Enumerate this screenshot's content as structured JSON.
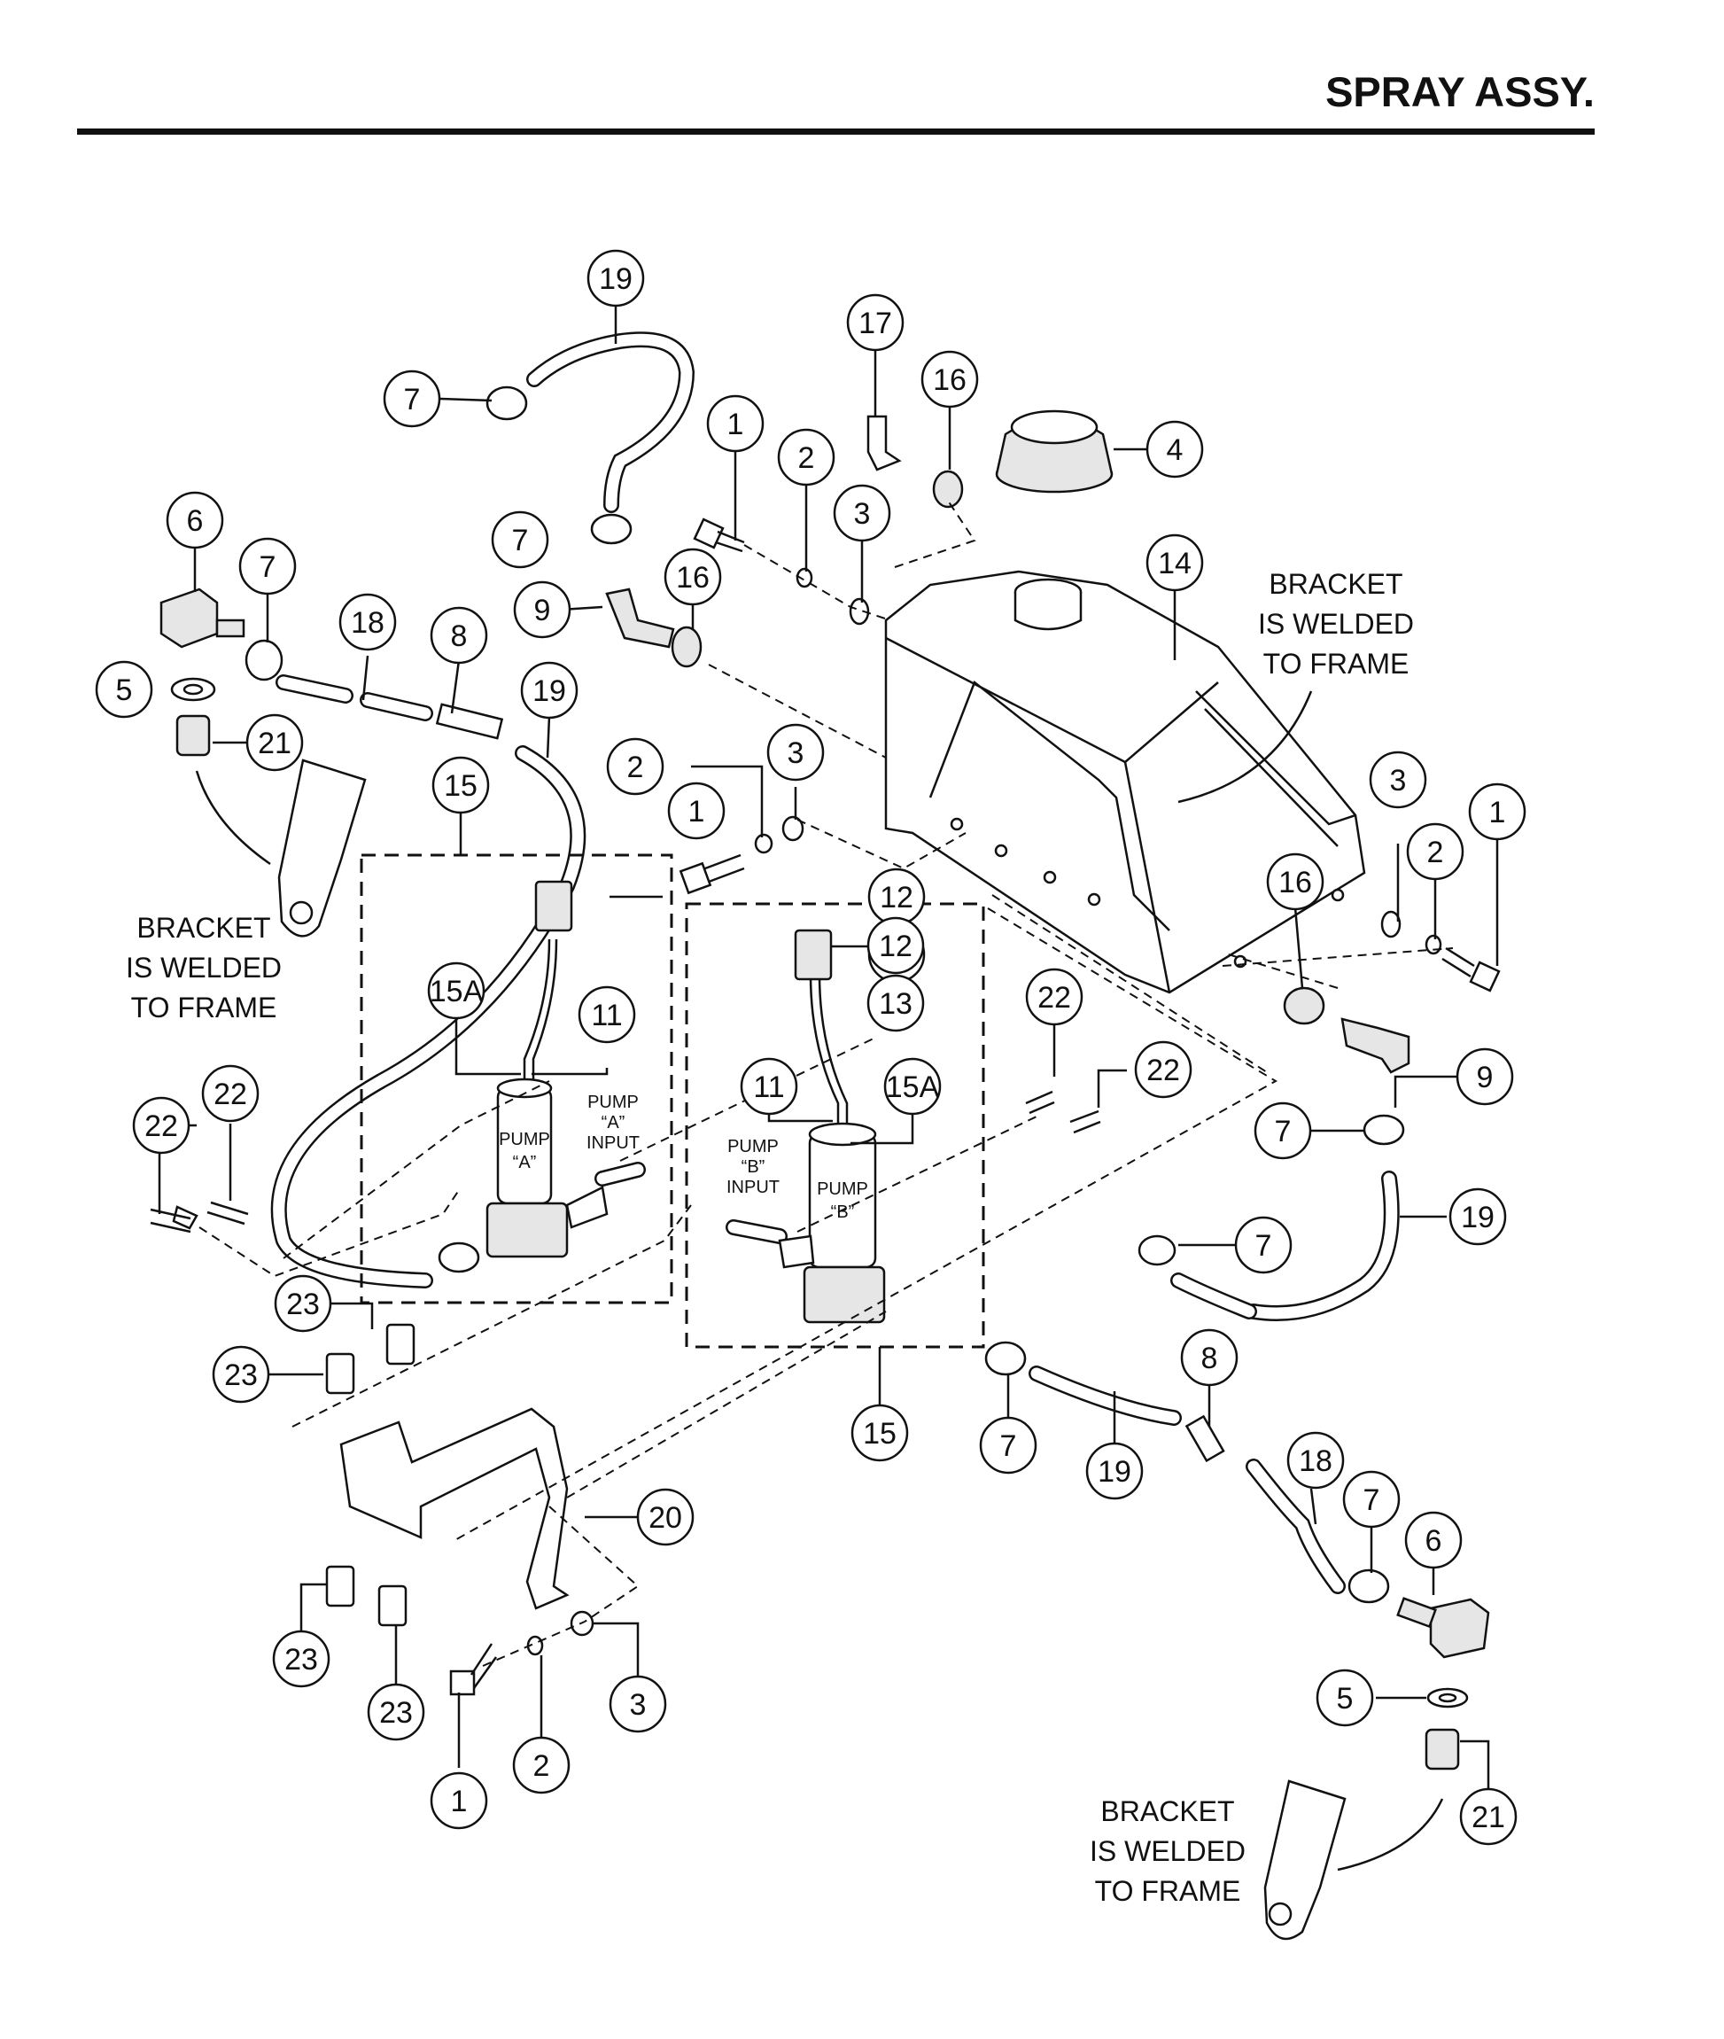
{
  "header": {
    "title": "SPRAY ASSY."
  },
  "notes": {
    "bracket_line1": "BRACKET",
    "bracket_line2": "IS WELDED",
    "bracket_line3": "TO FRAME"
  },
  "pumps": {
    "a": {
      "line1": "PUMP",
      "line2": "“A”",
      "input1": "PUMP",
      "input2": "“A”",
      "input3": "INPUT"
    },
    "b": {
      "line1": "PUMP",
      "line2": "“B”",
      "input1": "PUMP",
      "input2": "“B”",
      "input3": "INPUT"
    }
  },
  "callouts": [
    {
      "label": "19"
    },
    {
      "label": "7"
    },
    {
      "label": "17"
    },
    {
      "label": "16"
    },
    {
      "label": "1"
    },
    {
      "label": "2"
    },
    {
      "label": "4"
    },
    {
      "label": "3"
    },
    {
      "label": "6"
    },
    {
      "label": "7"
    },
    {
      "label": "7"
    },
    {
      "label": "9"
    },
    {
      "label": "16"
    },
    {
      "label": "14"
    },
    {
      "label": "18"
    },
    {
      "label": "8"
    },
    {
      "label": "5"
    },
    {
      "label": "19"
    },
    {
      "label": "21"
    },
    {
      "label": "15"
    },
    {
      "label": "2"
    },
    {
      "label": "3"
    },
    {
      "label": "1"
    },
    {
      "label": "12"
    },
    {
      "label": "13"
    },
    {
      "label": "15A"
    },
    {
      "label": "11"
    },
    {
      "label": "12"
    },
    {
      "label": "13"
    },
    {
      "label": "3"
    },
    {
      "label": "2"
    },
    {
      "label": "1"
    },
    {
      "label": "16"
    },
    {
      "label": "22"
    },
    {
      "label": "22"
    },
    {
      "label": "22"
    },
    {
      "label": "22"
    },
    {
      "label": "11"
    },
    {
      "label": "15A"
    },
    {
      "label": "9"
    },
    {
      "label": "7"
    },
    {
      "label": "19"
    },
    {
      "label": "7"
    },
    {
      "label": "23"
    },
    {
      "label": "23"
    },
    {
      "label": "8"
    },
    {
      "label": "15"
    },
    {
      "label": "7"
    },
    {
      "label": "19"
    },
    {
      "label": "18"
    },
    {
      "label": "7"
    },
    {
      "label": "6"
    },
    {
      "label": "20"
    },
    {
      "label": "23"
    },
    {
      "label": "23"
    },
    {
      "label": "3"
    },
    {
      "label": "5"
    },
    {
      "label": "2"
    },
    {
      "label": "1"
    },
    {
      "label": "21"
    }
  ]
}
